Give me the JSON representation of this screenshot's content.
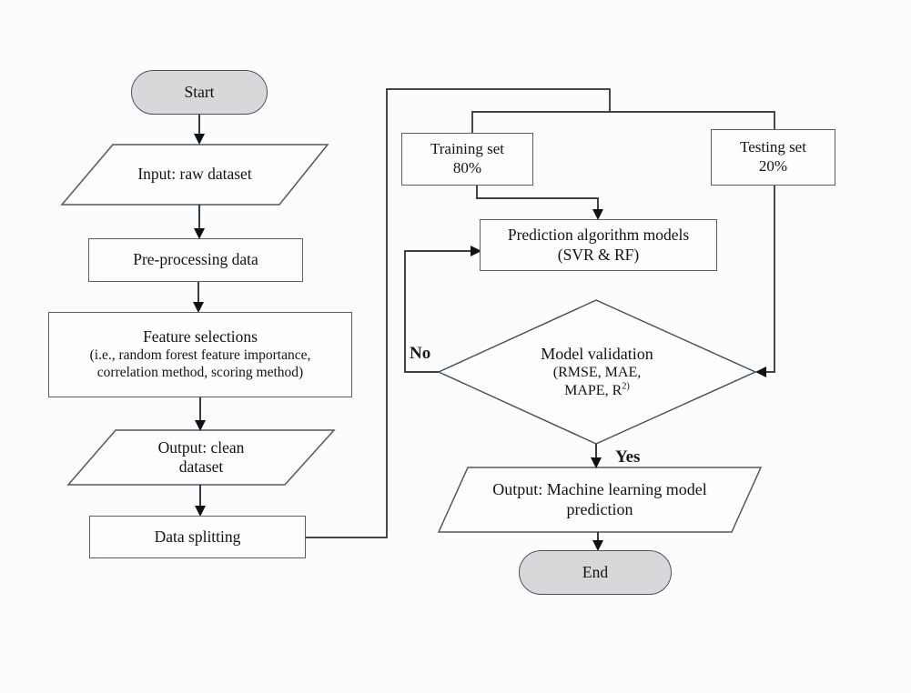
{
  "figure": {
    "type": "flowchart",
    "background": "#fcfcfc",
    "colors": {
      "terminator_fill": "#d8d8da",
      "node_fill": "#fdfdfd",
      "node_border": "#566070",
      "line": "#20252c",
      "text": "#131313"
    },
    "nodes": {
      "start": {
        "shape": "terminator",
        "label": "Start"
      },
      "input_raw": {
        "shape": "parallelogram",
        "label": "Input: raw dataset"
      },
      "preprocessing": {
        "shape": "process",
        "label": "Pre-processing data"
      },
      "feature_selection": {
        "shape": "process",
        "line1": "Feature selections",
        "line2": "(i.e., random forest feature importance,",
        "line3": "correlation method, scoring method)"
      },
      "output_clean": {
        "shape": "parallelogram",
        "line1": "Output: clean",
        "line2": "dataset"
      },
      "data_splitting": {
        "shape": "process",
        "label": "Data splitting"
      },
      "training_set": {
        "shape": "process",
        "line1": "Training set",
        "line2": "80%"
      },
      "testing_set": {
        "shape": "process",
        "line1": "Testing set",
        "line2": "20%"
      },
      "prediction_models": {
        "shape": "process",
        "line1": "Prediction algorithm models",
        "line2": "(SVR & RF)"
      },
      "model_validation": {
        "shape": "decision",
        "line1": "Model validation",
        "line2": "(RMSE, MAE,",
        "line3_base": "MAPE, R",
        "line3_sup": "2)"
      },
      "output_prediction": {
        "shape": "parallelogram",
        "line1": "Output: Machine learning model",
        "line2": "prediction"
      },
      "end": {
        "shape": "terminator",
        "label": "End"
      }
    },
    "branch_labels": {
      "yes": "Yes",
      "no": "No"
    },
    "edges": [
      {
        "from": "start",
        "to": "input_raw"
      },
      {
        "from": "input_raw",
        "to": "preprocessing"
      },
      {
        "from": "preprocessing",
        "to": "feature_selection"
      },
      {
        "from": "feature_selection",
        "to": "output_clean"
      },
      {
        "from": "output_clean",
        "to": "data_splitting"
      },
      {
        "from": "data_splitting",
        "to": "training_set"
      },
      {
        "from": "data_splitting",
        "to": "testing_set"
      },
      {
        "from": "training_set",
        "to": "prediction_models"
      },
      {
        "from": "testing_set",
        "to": "model_validation"
      },
      {
        "from": "model_validation",
        "to": "prediction_models",
        "label": "No"
      },
      {
        "from": "model_validation",
        "to": "output_prediction",
        "label": "Yes"
      },
      {
        "from": "output_prediction",
        "to": "end"
      }
    ]
  }
}
